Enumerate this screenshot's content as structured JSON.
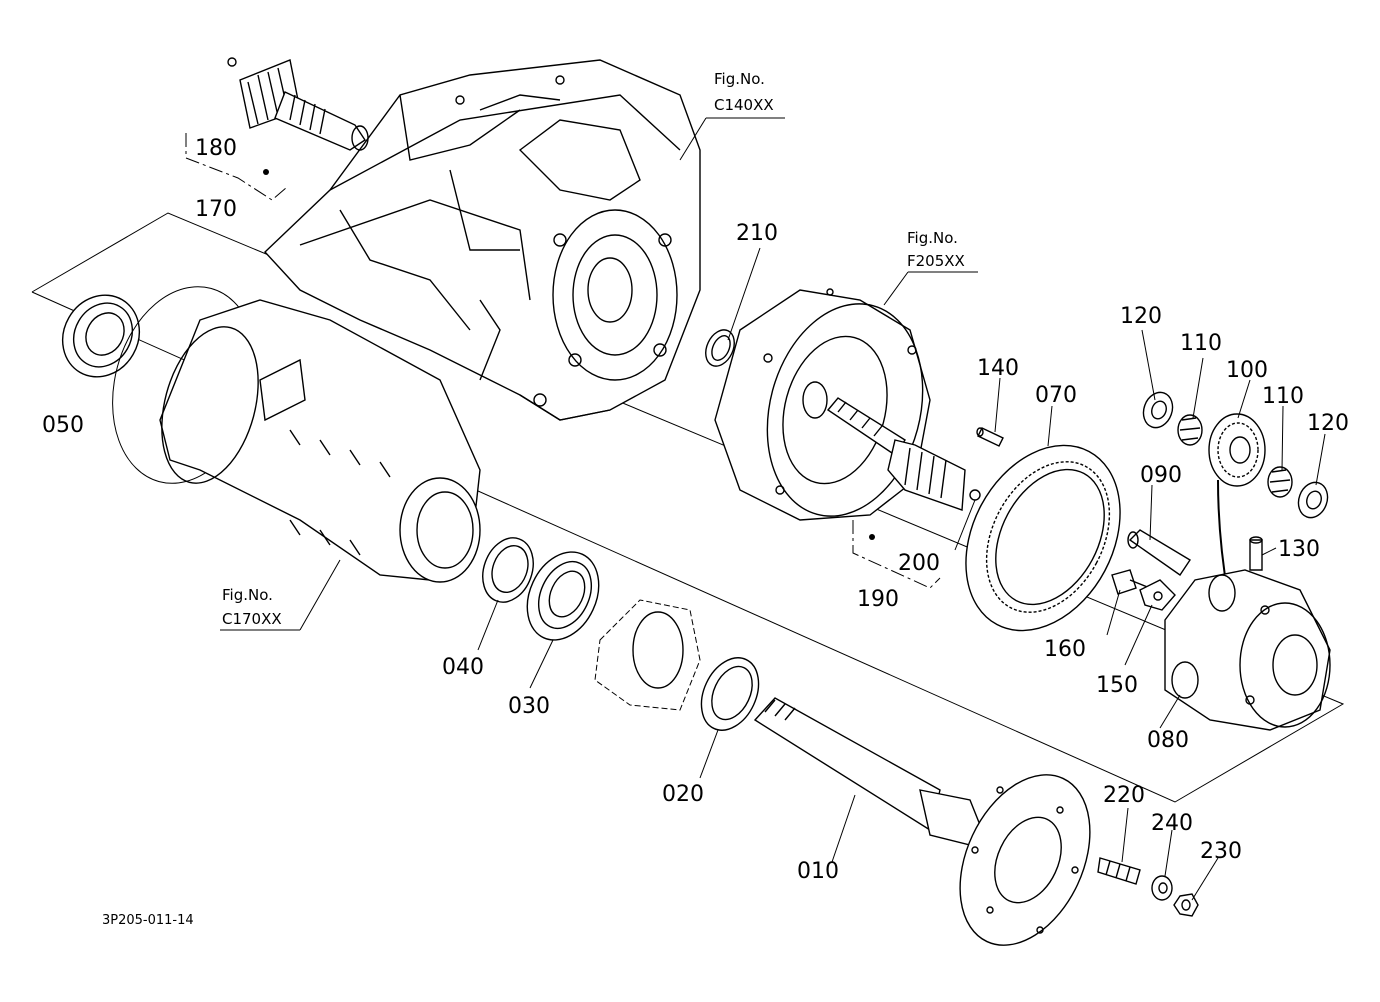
{
  "figure_code": "3P205-011-14",
  "fig_refs": {
    "c140": {
      "title": "Fig.No.",
      "code": "C140XX"
    },
    "f205": {
      "title": "Fig.No.",
      "code": "F205XX"
    },
    "c170": {
      "title": "Fig.No.",
      "code": "C170XX"
    }
  },
  "parts": {
    "p010": "010",
    "p020": "020",
    "p030": "030",
    "p040": "040",
    "p050": "050",
    "p070": "070",
    "p080": "080",
    "p090": "090",
    "p100": "100",
    "p110a": "110",
    "p110b": "110",
    "p120a": "120",
    "p120b": "120",
    "p130": "130",
    "p140": "140",
    "p150": "150",
    "p160": "160",
    "p170": "170",
    "p180": "180",
    "p190": "190",
    "p200": "200",
    "p210": "210",
    "p220": "220",
    "p230": "230",
    "p240": "240"
  }
}
